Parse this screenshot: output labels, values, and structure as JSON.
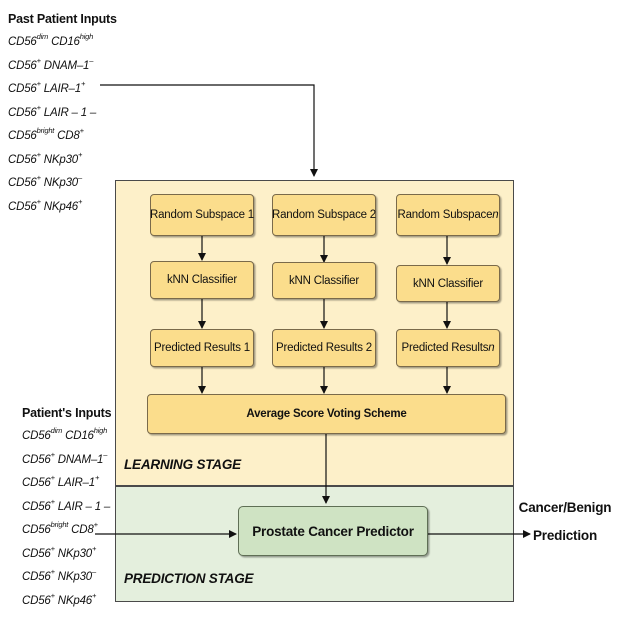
{
  "past_inputs": {
    "title": "Past Patient Inputs",
    "markers": [
      {
        "base": "CD56",
        "sup": "dim",
        "mid": " CD16",
        "sup2": "high",
        "tail": ""
      },
      {
        "base": "CD56",
        "sup": "+",
        "mid": " DNAM–1",
        "sup2": "–",
        "tail": ""
      },
      {
        "base": "CD56",
        "sup": "+",
        "mid": " LAIR–1",
        "sup2": "+",
        "tail": ""
      },
      {
        "base": "CD56",
        "sup": "+",
        "mid": " LAIR – 1 –",
        "sup2": "",
        "tail": ""
      },
      {
        "base": "CD56",
        "sup": "bright",
        "mid": " CD8",
        "sup2": "+",
        "tail": ""
      },
      {
        "base": "CD56",
        "sup": "+",
        "mid": " NKp30",
        "sup2": "+",
        "tail": ""
      },
      {
        "base": "CD56",
        "sup": "+",
        "mid": " NKp30",
        "sup2": "–",
        "tail": ""
      },
      {
        "base": "CD56",
        "sup": "+",
        "mid": " NKp46",
        "sup2": "+",
        "tail": ""
      }
    ]
  },
  "patient_inputs": {
    "title": "Patient's Inputs",
    "markers": [
      {
        "base": "CD56",
        "sup": "dim",
        "mid": " CD16",
        "sup2": "high",
        "tail": ""
      },
      {
        "base": "CD56",
        "sup": "+",
        "mid": " DNAM–1",
        "sup2": "–",
        "tail": ""
      },
      {
        "base": "CD56",
        "sup": "+",
        "mid": " LAIR–1",
        "sup2": "+",
        "tail": ""
      },
      {
        "base": "CD56",
        "sup": "+",
        "mid": " LAIR – 1 –",
        "sup2": "",
        "tail": ""
      },
      {
        "base": "CD56",
        "sup": "bright",
        "mid": " CD8",
        "sup2": "+",
        "tail": ""
      },
      {
        "base": "CD56",
        "sup": "+",
        "mid": " NKp30",
        "sup2": "+",
        "tail": ""
      },
      {
        "base": "CD56",
        "sup": "+",
        "mid": " NKp30",
        "sup2": "–",
        "tail": ""
      },
      {
        "base": "CD56",
        "sup": "+",
        "mid": " NKp46",
        "sup2": "+",
        "tail": ""
      }
    ]
  },
  "learning_stage": {
    "label": "LEARNING STAGE",
    "subspaces": [
      "Random Subspace 1",
      "Random Subspace 2",
      "Random Subspace "
    ],
    "subspace_n_suffix": "n",
    "classifier": "kNN Classifier",
    "results": [
      "Predicted Results 1",
      "Predicted Results 2",
      "Predicted Results "
    ],
    "results_n_suffix": "n",
    "voting": "Average Score Voting Scheme"
  },
  "prediction_stage": {
    "label": "PREDICTION STAGE",
    "predictor": "Prostate Cancer Predictor"
  },
  "output": {
    "line1": "Cancer/Benign",
    "line2": "Prediction"
  },
  "colors": {
    "learning_bg": "#fdf0c9",
    "prediction_bg": "#e4efdd",
    "box_fill": "#fbdd8c",
    "predictor_fill": "#cfe3c3"
  }
}
